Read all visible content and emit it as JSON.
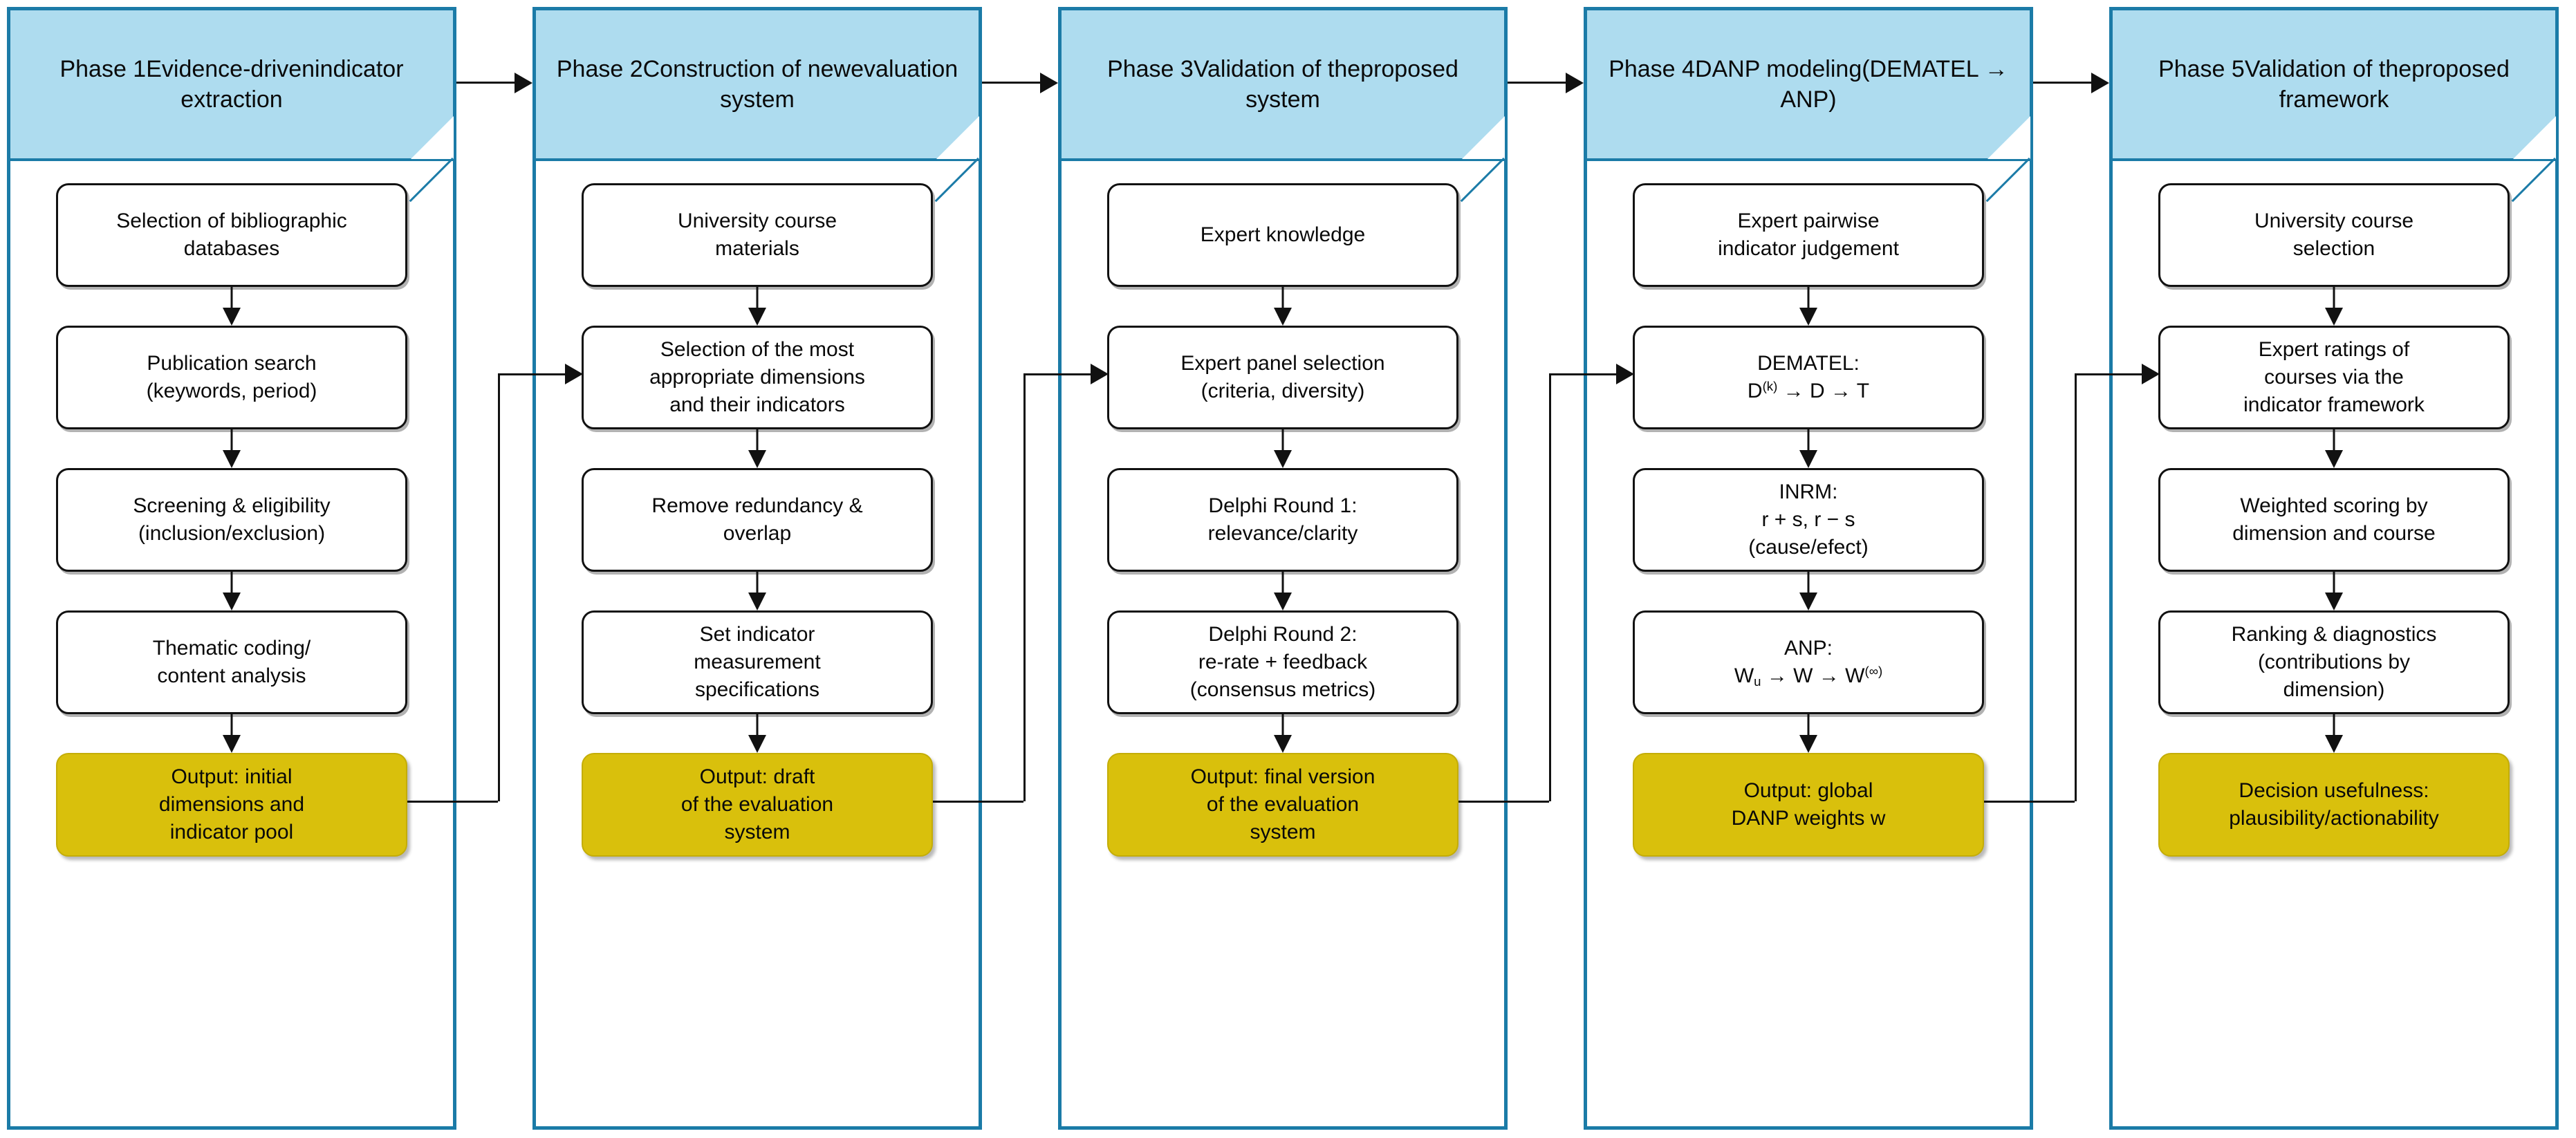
{
  "diagram": {
    "title_text_present": false,
    "colors": {
      "phase_border": "#1B7BA7",
      "header_fill": "#AEDCEF",
      "output_fill": "#D9C00C",
      "box_border": "#111111",
      "connector": "#111111",
      "background": "#FFFFFF"
    }
  },
  "phases": [
    {
      "id": "phase-1",
      "header": {
        "line1": "Phase 1",
        "line2": "Evidence-driven",
        "line3": "indicator extraction"
      },
      "steps": [
        {
          "kind": "process",
          "lines": [
            "Selection of bibliographic",
            "databases"
          ]
        },
        {
          "kind": "process",
          "lines": [
            "Publication search",
            "(keywords, period)"
          ]
        },
        {
          "kind": "process",
          "lines": [
            "Screening & eligibility",
            "(inclusion/exclusion)"
          ]
        },
        {
          "kind": "process",
          "lines": [
            "Thematic coding/",
            "content analysis"
          ]
        },
        {
          "kind": "output",
          "lines": [
            "Output: initial",
            "dimensions and",
            "indicator pool"
          ]
        }
      ]
    },
    {
      "id": "phase-2",
      "header": {
        "line1": "Phase 2",
        "line2": "Construction of new",
        "line3": "evaluation system"
      },
      "steps": [
        {
          "kind": "process",
          "lines": [
            "University course",
            "materials"
          ]
        },
        {
          "kind": "process",
          "lines": [
            "Selection of the most",
            "appropriate dimensions",
            "and their indicators"
          ]
        },
        {
          "kind": "process",
          "lines": [
            "Remove redundancy &",
            "overlap"
          ]
        },
        {
          "kind": "process",
          "lines": [
            "Set indicator",
            "measurement",
            "specifications"
          ]
        },
        {
          "kind": "output",
          "lines": [
            "Output: draft",
            "of the evaluation",
            "system"
          ]
        }
      ]
    },
    {
      "id": "phase-3",
      "header": {
        "line1": "Phase 3",
        "line2": "Validation of the",
        "line3": "proposed system"
      },
      "steps": [
        {
          "kind": "process",
          "lines": [
            "Expert knowledge"
          ]
        },
        {
          "kind": "process",
          "lines": [
            "Expert panel selection",
            "(criteria, diversity)"
          ]
        },
        {
          "kind": "process",
          "lines": [
            "Delphi Round 1:",
            "relevance/clarity"
          ]
        },
        {
          "kind": "process",
          "lines": [
            "Delphi Round 2:",
            "re-rate + feedback",
            "(consensus metrics)"
          ]
        },
        {
          "kind": "output",
          "lines": [
            "Output: final version",
            "of the evaluation",
            "system"
          ]
        }
      ]
    },
    {
      "id": "phase-4",
      "header": {
        "line1": "Phase 4",
        "line2": "DANP modeling",
        "line3": "(DEMATEL → ANP)"
      },
      "steps": [
        {
          "kind": "process",
          "lines": [
            "Expert pairwise",
            "indicator judgement"
          ]
        },
        {
          "kind": "process",
          "lines": [
            "DEMATEL:",
            "D⁽ᵏ⁾ → D → T"
          ],
          "html_lines": [
            "DEMATEL:",
            "D<sup>(k)</sup> → D → T"
          ]
        },
        {
          "kind": "process",
          "lines": [
            "INRM:",
            "r + s, r − s",
            "(cause/efect)"
          ]
        },
        {
          "kind": "process",
          "lines": [
            "ANP:",
            "Wᵤ → W → W⁽∞⁾"
          ],
          "html_lines": [
            "ANP:",
            "W<sub>u</sub> → W → W<sup>(∞)</sup>"
          ]
        },
        {
          "kind": "output",
          "lines": [
            "Output: global",
            "DANP weights w"
          ]
        }
      ]
    },
    {
      "id": "phase-5",
      "header": {
        "line1": "Phase 5",
        "line2": "Validation of the",
        "line3": "proposed framework"
      },
      "steps": [
        {
          "kind": "process",
          "lines": [
            "University course",
            "selection"
          ]
        },
        {
          "kind": "process",
          "lines": [
            "Expert ratings of",
            "courses via the",
            "indicator framework"
          ]
        },
        {
          "kind": "process",
          "lines": [
            "Weighted scoring by",
            "dimension and course"
          ]
        },
        {
          "kind": "process",
          "lines": [
            "Ranking & diagnostics",
            "(contributions by",
            "dimension)"
          ]
        },
        {
          "kind": "output",
          "lines": [
            "Decision usefulness:",
            "plausibility/actionability"
          ]
        }
      ]
    }
  ],
  "connectors": {
    "header_arrows": [
      {
        "from": "phase-1",
        "to": "phase-2"
      },
      {
        "from": "phase-2",
        "to": "phase-3"
      },
      {
        "from": "phase-3",
        "to": "phase-4"
      },
      {
        "from": "phase-4",
        "to": "phase-5"
      }
    ],
    "output_to_next_arrows": [
      {
        "from": "phase-1-output",
        "to": "phase-2-step-2"
      },
      {
        "from": "phase-2-output",
        "to": "phase-3-step-2"
      },
      {
        "from": "phase-3-output",
        "to": "phase-4-step-2"
      },
      {
        "from": "phase-4-output",
        "to": "phase-5-step-2"
      }
    ]
  }
}
